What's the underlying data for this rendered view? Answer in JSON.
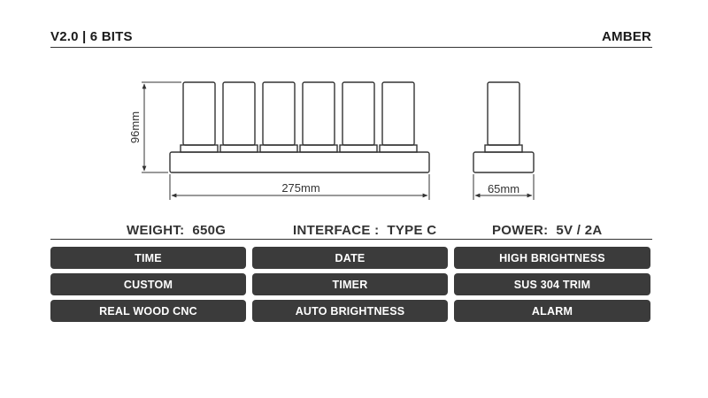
{
  "header": {
    "version_label": "V2.0 | 6 BITS",
    "color_label": "AMBER"
  },
  "dimensions": {
    "height": "96mm",
    "width": "275mm",
    "depth": "65mm"
  },
  "specs": {
    "weight": "WEIGHT:  650G",
    "interface": "INTERFACE :  TYPE C",
    "power": "POWER:  5V / 2A"
  },
  "features": [
    "TIME",
    "DATE",
    "HIGH BRIGHTNESS",
    "CUSTOM",
    "TIMER",
    "SUS 304 TRIM",
    "REAL WOOD CNC",
    "AUTO BRIGHTNESS",
    "ALARM"
  ],
  "colors": {
    "line": "#333333",
    "button_bg": "#3b3b3b",
    "button_text": "#ffffff"
  }
}
